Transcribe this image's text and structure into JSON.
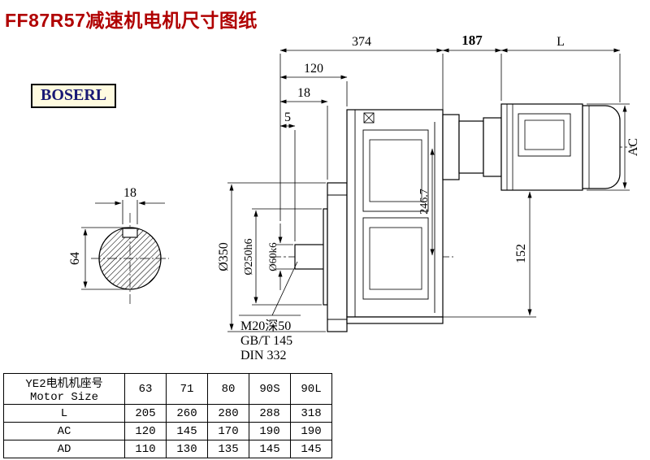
{
  "page": {
    "title": "FF87R57减速机电机尺寸图纸",
    "brand": "BOSERL"
  },
  "drawing": {
    "dims": {
      "length_374": "374",
      "length_187": "187",
      "length_L": "L",
      "length_120": "120",
      "length_18": "18",
      "length_5": "5",
      "height_AC": "AC",
      "dia_350": "Ø350",
      "dia_250": "Ø250h6",
      "dia_60": "Ø60k6",
      "height_246_7": "246.7",
      "height_152": "152",
      "key_width_18": "18",
      "shaft_height_64": "64"
    },
    "notes": [
      "M20深50",
      "GB/T 145",
      "DIN 332"
    ]
  },
  "table": {
    "header_line1": "YE2电机机座号",
    "header_line2": "Motor Size",
    "columns": [
      "63",
      "71",
      "80",
      "90S",
      "90L"
    ],
    "rows": [
      {
        "label": "L",
        "values": [
          "205",
          "260",
          "280",
          "288",
          "318"
        ]
      },
      {
        "label": "AC",
        "values": [
          "120",
          "145",
          "170",
          "190",
          "190"
        ]
      },
      {
        "label": "AD",
        "values": [
          "110",
          "130",
          "135",
          "145",
          "145"
        ]
      }
    ]
  }
}
